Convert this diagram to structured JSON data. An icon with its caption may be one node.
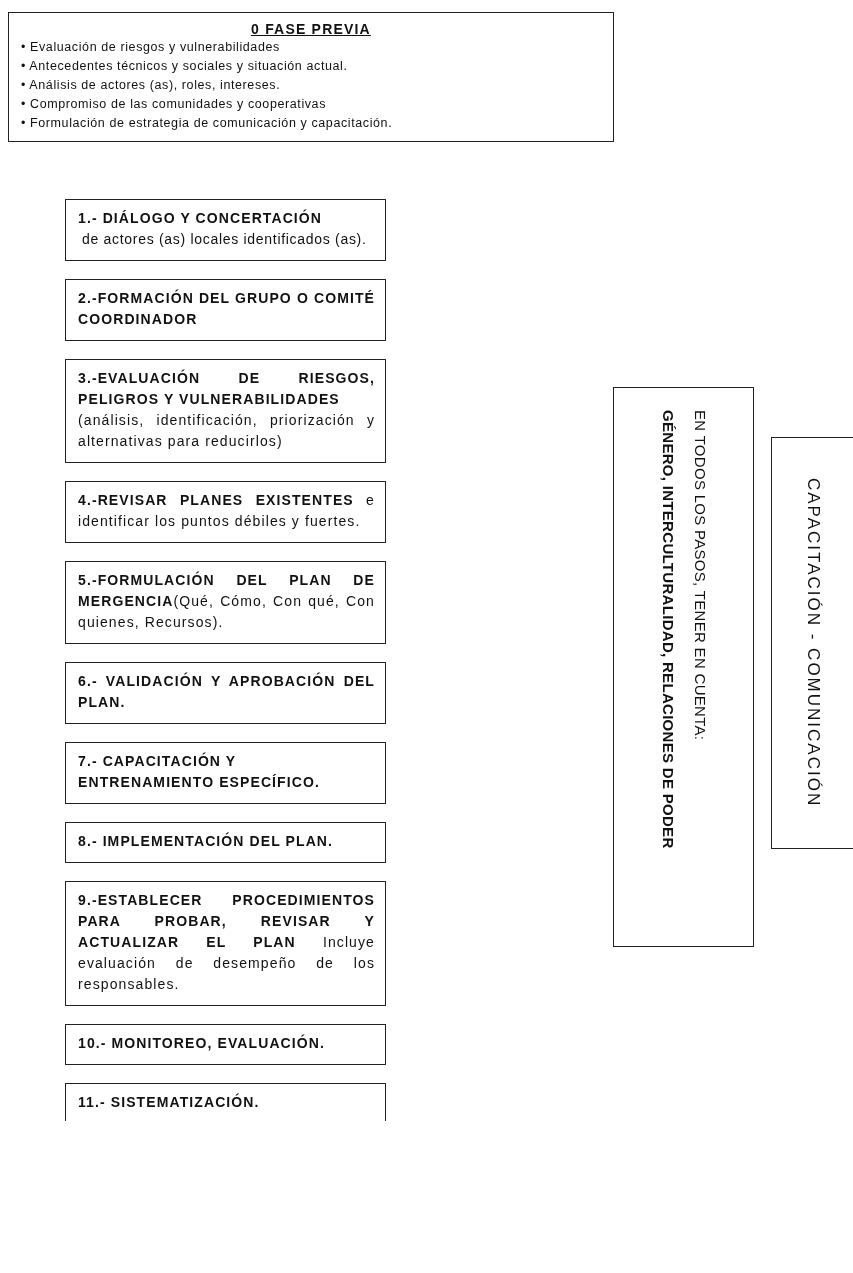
{
  "diagram": {
    "nodes": [
      {
        "text": [
          "0 FASE PREVIA",
          "• Evaluación de riesgos y vulnerabilidades",
          "• Antecedentes técnicos y sociales y situación actual.",
          "• Análisis de actores (as), roles, intereses.",
          "• Compromiso de las comunidades y cooperativas",
          "• Formulación de estrategia de comunicación y capacitación."
        ]
      },
      {
        "text": [
          "1.- DIÁLOGO Y CONCERTACIÓN",
          "de actores (as) locales identificados (as)."
        ]
      },
      {
        "text": [
          "2.-FORMACIÓN DEL GRUPO O COMITÉ COORDINADOR"
        ]
      },
      {
        "text": [
          "3.-EVALUACIÓN DE RIESGOS, PELIGROS Y VULNERABILIDADES",
          "(análisis, identificación, priorización y alternativas para reducirlos)"
        ]
      },
      {
        "text": [
          "**4.-REVISAR PLANES EXISTENTES** e identificar los puntos débiles y fuertes."
        ]
      },
      {
        "text": [
          "**5.-FORMULACIÓN DEL PLAN DE MERGENCIA**(Qué, Cómo, Con qué, Con quienes, Recursos)."
        ]
      },
      {
        "text": [
          "6.- VALIDACIÓN Y APROBACIÓN DEL PLAN."
        ]
      },
      {
        "text": [
          "7.- CAPACITACIÓN Y ENTRENAMIENTO ESPECÍFICO."
        ]
      },
      {
        "text": [
          "8.- IMPLEMENTACIÓN DEL PLAN."
        ]
      },
      {
        "text": [
          "**9.-ESTABLECER PROCEDIMIENTOS PARA PROBAR, REVISAR Y ACTUALIZAR EL PLAN** Incluye evaluación de desempeño de los responsables."
        ]
      },
      {
        "text": [
          "10.- MONITOREO, EVALUACIÓN."
        ]
      },
      {
        "text": [
          "11.- SISTEMATIZACIÓN."
        ]
      },
      {
        "text": [
          "EN TODOS LOS PASOS, TENER EN CUENTA:",
          "GÉNERO, INTERCULTURALIDAD, RELACIONES DE PODER"
        ]
      },
      {
        "text": [
          "CAPACITACIÓN - COMUNICACIÓN"
        ]
      }
    ]
  }
}
